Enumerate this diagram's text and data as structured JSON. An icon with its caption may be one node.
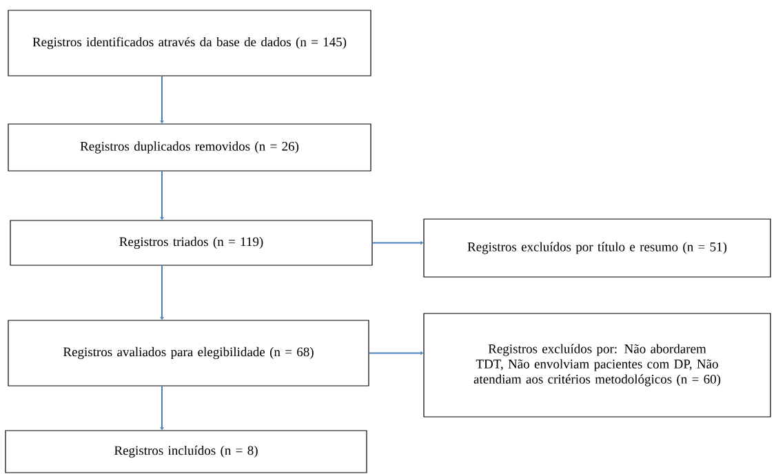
{
  "diagram": {
    "nodes": [
      {
        "text": [
          "Registros identificados através da base de dados (n = 145)"
        ]
      },
      {
        "text": [
          "Registros duplicados removidos (n = 26)"
        ]
      },
      {
        "text": [
          "Registros triados (n = 119)"
        ]
      },
      {
        "text": [
          "Registros excluídos por título e resumo (n = 51)"
        ]
      },
      {
        "text": [
          "Registros avaliados para elegibilidade (n = 68)"
        ]
      },
      {
        "text": [
          "Registros excluídos por: Não abordarem TDT, Não envolviam pacientes com DP, Não atendiam aos critérios metodológicos (n = 60)"
        ]
      },
      {
        "text": [
          "Registros incluídos (n = 8)"
        ]
      }
    ],
    "edges": [
      {
        "from": 0,
        "to": 1,
        "arrow": "to"
      },
      {
        "from": 1,
        "to": 2,
        "arrow": "to"
      },
      {
        "from": 2,
        "to": 3,
        "arrow": "to"
      },
      {
        "from": 2,
        "to": 4,
        "arrow": "to"
      },
      {
        "from": 4,
        "to": 5,
        "arrow": "to"
      },
      {
        "from": 4,
        "to": 6,
        "arrow": "to"
      }
    ]
  }
}
